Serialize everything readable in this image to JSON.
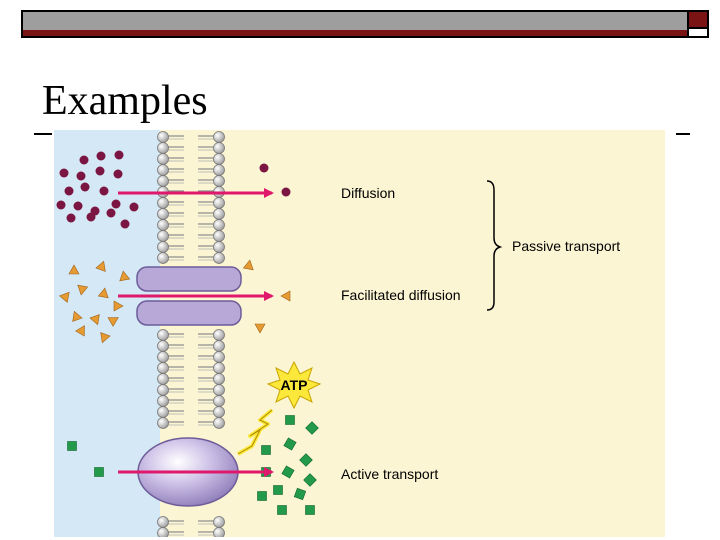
{
  "slide": {
    "title": "Examples"
  },
  "diagram": {
    "labels": {
      "diffusion": "Diffusion",
      "facilitated": "Facilitated diffusion",
      "active": "Active transport",
      "passive": "Passive transport",
      "atp": "ATP"
    },
    "colors": {
      "extracellular": "#d4e8f5",
      "intracellular": "#fbf5d3",
      "arrow": "#e0186c",
      "dark_molecule": "#7b1642",
      "triangle_molecule": "#e59a32",
      "square_molecule": "#229a4a",
      "protein": "#b7a8d8",
      "atp_star": "#fbe83a",
      "phospholipid": "#bdbdbd"
    }
  }
}
